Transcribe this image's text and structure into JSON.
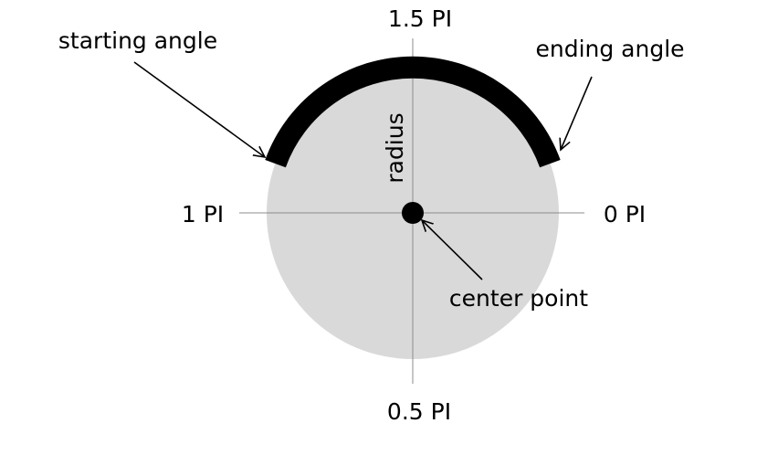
{
  "diagram": {
    "labels": {
      "top_angle": "1.5 PI",
      "bottom_angle": "0.5 PI",
      "left_angle": "1 PI",
      "right_angle": "0 PI",
      "starting_angle": "starting angle",
      "ending_angle": "ending angle",
      "radius": "radius",
      "center_point": "center point"
    },
    "colors": {
      "circle_fill": "#d9d9d9",
      "arc": "#000000",
      "axis_line": "#8c8c8c",
      "text": "#000000"
    }
  }
}
